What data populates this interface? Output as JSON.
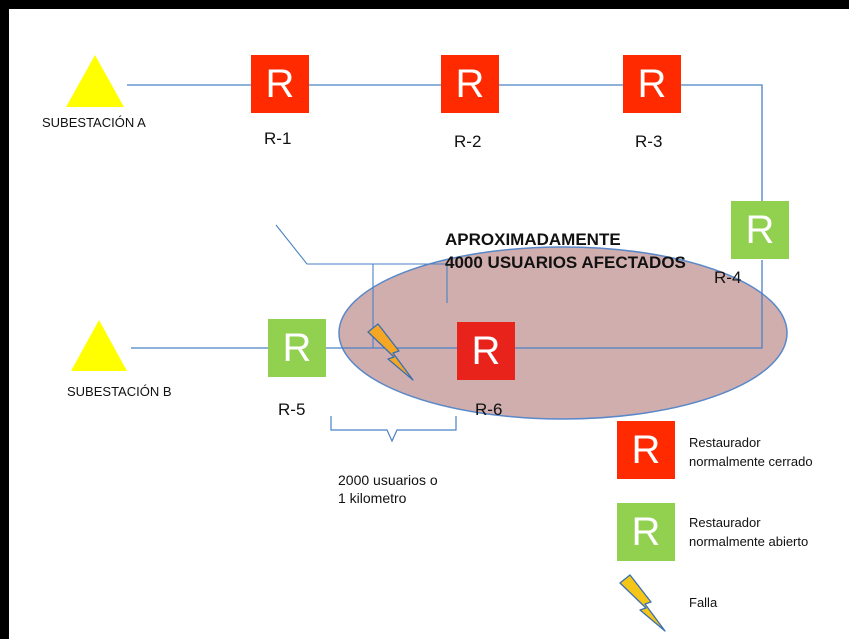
{
  "colors": {
    "recloser_closed": "#ff2a00",
    "recloser_open": "#92d050",
    "substation": "#ffff00",
    "wire": "#4a82c4",
    "affected_zone": "#c9a0a0",
    "fault": "#f5a623"
  },
  "substations": [
    {
      "label": "SUBESTACIÓN A"
    },
    {
      "label": "SUBESTACIÓN B"
    }
  ],
  "reclosers": [
    {
      "glyph": "R",
      "label": "R-1",
      "state": "closed"
    },
    {
      "glyph": "R",
      "label": "R-2",
      "state": "closed"
    },
    {
      "glyph": "R",
      "label": "R-3",
      "state": "closed"
    },
    {
      "glyph": "R",
      "label": "R-4",
      "state": "open"
    },
    {
      "glyph": "R",
      "label": "R-5",
      "state": "open"
    },
    {
      "glyph": "R",
      "label": "R-6",
      "state": "closed"
    }
  ],
  "affected_zone": {
    "line1": "APROXIMADAMENTE",
    "line2": "4000 USUARIOS  AFECTADOS"
  },
  "segment_note": {
    "line1": "2000 usuarios o",
    "line2": "1 kilometro"
  },
  "legend": {
    "closed": {
      "glyph": "R",
      "line1": "Restaurador",
      "line2": "normalmente cerrado"
    },
    "open": {
      "glyph": "R",
      "line1": "Restaurador",
      "line2": "normalmente abierto"
    },
    "fault": {
      "label": "Falla",
      "icon": "lightning-bolt-icon"
    }
  }
}
